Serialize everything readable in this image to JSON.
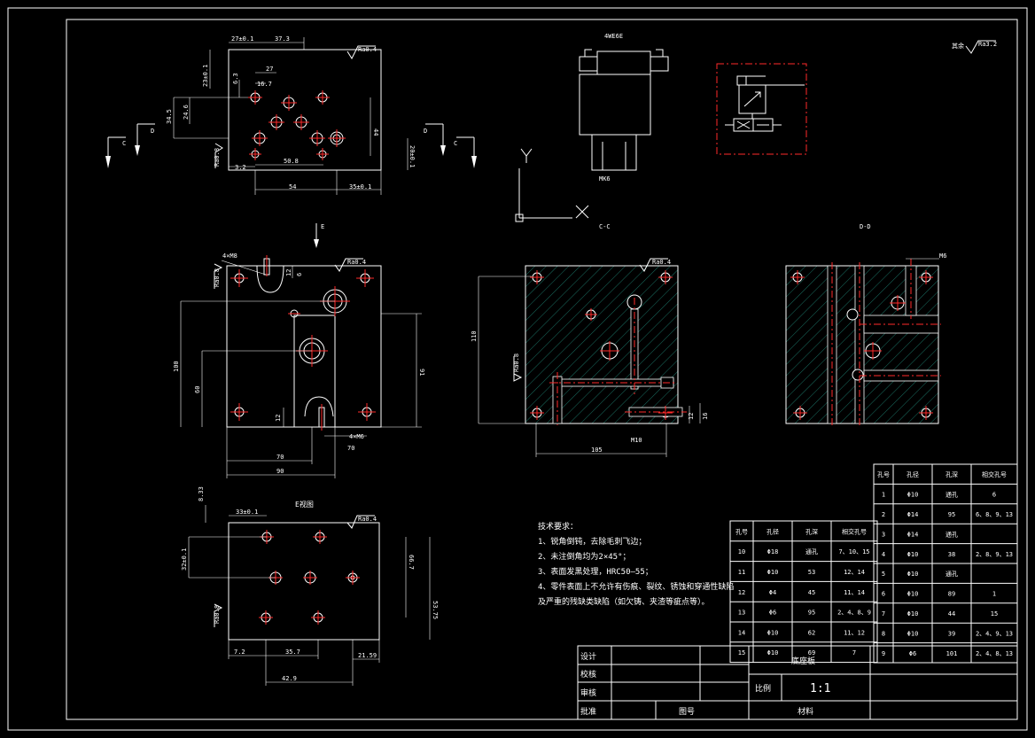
{
  "colors": {
    "background": "#000000",
    "lines": "#ffffff",
    "centerlines": "#ff2a2a",
    "hatch": "#1f8a7a"
  },
  "views": {
    "top": {
      "dims": [
        "27±0.1",
        "37.3",
        "27",
        "16.7",
        "23±0.1",
        "6.3",
        "24.6",
        "34.5",
        "44",
        "20±0.1",
        "3.2",
        "50.8",
        "54",
        "35±0.1"
      ],
      "roughness": "Ra0.4",
      "section_c": "C",
      "section_d": "D",
      "roughness_left": "Ra0.8"
    },
    "valve": {
      "model_top": "4WE6E",
      "model_bottom": "MK6"
    },
    "axis": {
      "y": "Y",
      "x": "X"
    },
    "roughness_corner": "Ra3.2",
    "front": {
      "arrow": "E",
      "thread_top": "4×M8",
      "roughness": "Ra0.4",
      "roughness_left": "Ra0.8",
      "dims": [
        "12",
        "6",
        "100",
        "60",
        "91",
        "12",
        "4×M6",
        "70",
        "70",
        "90"
      ]
    },
    "section_cc": {
      "label": "C-C",
      "roughness": "Ra0.4",
      "roughness_left": "Ra0.8",
      "dims": [
        "110",
        "105",
        "12",
        "16"
      ],
      "thread": "M10"
    },
    "section_dd": {
      "label": "D-D",
      "thread": "M6"
    },
    "view_e": {
      "label": "E视图",
      "roughness": "Ra0.4",
      "roughness_left": "Ra0.8",
      "dims": [
        "8.33",
        "33±0.1",
        "32±0.1",
        "66.7",
        "53.75",
        "7.2",
        "35.7",
        "21.59",
        "42.9"
      ]
    }
  },
  "tech_notes": {
    "title": "技术要求：",
    "lines": [
      "1、锐角倒钝，去除毛刺飞边；",
      "2、未注倒角均为2×45°；",
      "3、表面发黑处理，HRC50—55；",
      "4、零件表面上不允许有伤痕、裂纹、锈蚀和穿通性缺陷",
      "及严重的残缺类缺陷（如欠铸、夹渣等疵点等）。"
    ]
  },
  "hole_table_right": {
    "headers": [
      "孔号",
      "孔径",
      "孔深",
      "相交孔号"
    ],
    "rows": [
      [
        "1",
        "Φ10",
        "通孔",
        "6"
      ],
      [
        "2",
        "Φ14",
        "95",
        "6、8、9、13"
      ],
      [
        "3",
        "Φ14",
        "通孔",
        ""
      ],
      [
        "4",
        "Φ10",
        "38",
        "2、8、9、13"
      ],
      [
        "5",
        "Φ10",
        "通孔",
        ""
      ],
      [
        "6",
        "Φ10",
        "89",
        "1"
      ],
      [
        "7",
        "Φ10",
        "44",
        "15"
      ],
      [
        "8",
        "Φ10",
        "39",
        "2、4、9、13"
      ],
      [
        "9",
        "Φ6",
        "101",
        "2、4、8、13"
      ]
    ]
  },
  "hole_table_left": {
    "headers": [
      "孔号",
      "孔径",
      "孔深",
      "相交孔号"
    ],
    "rows": [
      [
        "10",
        "Φ18",
        "通孔",
        "7、10、15"
      ],
      [
        "11",
        "Φ10",
        "53",
        "12、14"
      ],
      [
        "12",
        "Φ4",
        "45",
        "11、14"
      ],
      [
        "13",
        "Φ6",
        "95",
        "2、4、8、9"
      ],
      [
        "14",
        "Φ10",
        "62",
        "11、12"
      ],
      [
        "15",
        "Φ10",
        "69",
        "7"
      ]
    ]
  },
  "title_block": {
    "design": "设计",
    "check": "校核",
    "review": "审核",
    "approve": "批准",
    "part_name": "底座板",
    "scale_label": "比例",
    "scale_value": "1:1",
    "drawing_no": "图号",
    "material": "材料"
  }
}
